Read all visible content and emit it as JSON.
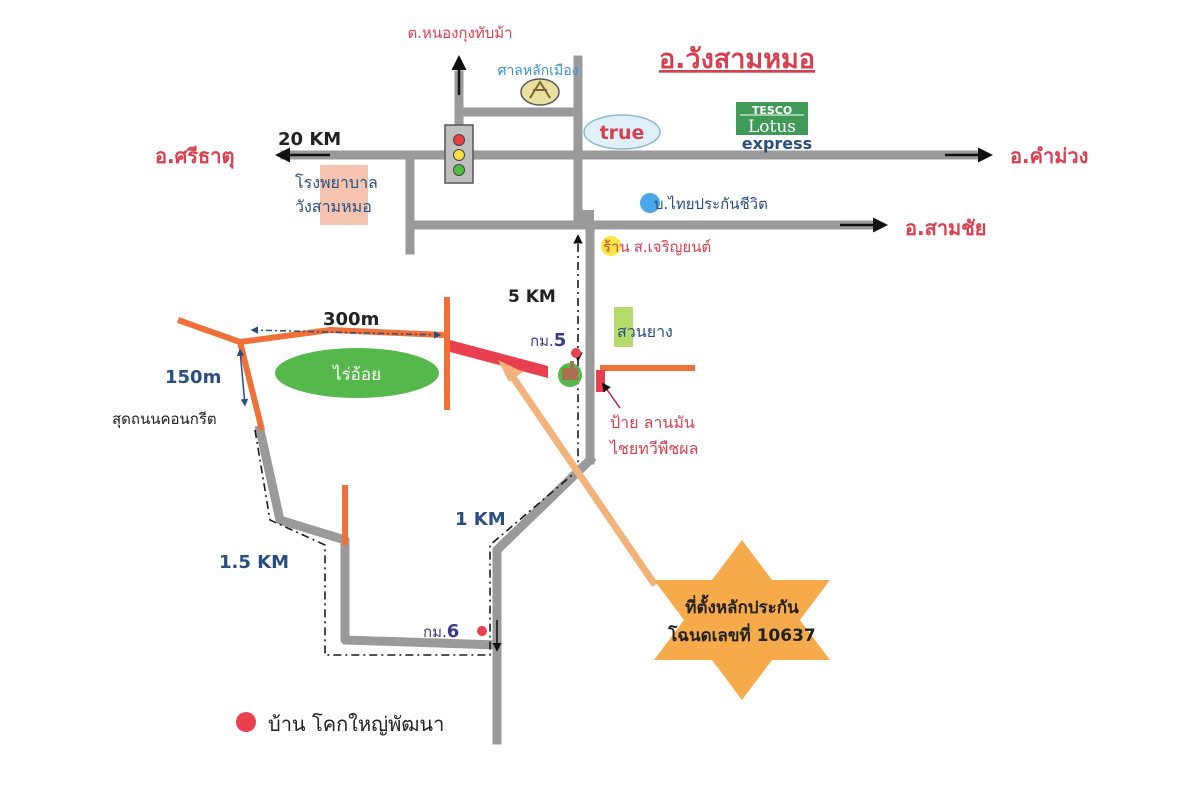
{
  "title": "อ.วังสามหมอ",
  "places": {
    "north": "ต.หนองกุงทับม้า",
    "shrine": "ศาลหลักเมือง",
    "west": "อ.ศรีธาตุ",
    "east": "อ.คำม่วง",
    "southeast": "อ.สามชัย",
    "hospital_line1": "โรงพยาบาล",
    "hospital_line2": "วังสามหมอ",
    "insurance": "บ.ไทยประกันชีวิต",
    "shop_prefix": "ร้าน",
    "shop_name": "ส.เจริญยนต์",
    "rubber": "สวนยาง",
    "sugarcane": "ไร่อ้อย",
    "concrete_end": "สุดถนนคอนกรีต",
    "sign_line1": "ป้าย ลานมัน",
    "sign_line2": "ไชยทวีพืชผล",
    "village": "บ้าน โคกใหญ่พัฒนา"
  },
  "brands": {
    "true": "true",
    "tesco": "TESCO",
    "lotus": "Lotus",
    "express": "express"
  },
  "distances": {
    "west": "20 KM",
    "north_south": "5 KM",
    "top_side": "300m",
    "left_side": "150m",
    "mid": "1 KM",
    "lower_left": "1.5 KM"
  },
  "markers": {
    "km5_prefix": "กม.",
    "km5_num": "5",
    "km6_prefix": "กม.",
    "km6_num": "6"
  },
  "collateral": {
    "line1": "ที่ตั้งหลักประกัน",
    "line2": "โฉนดเลขที่ 10637"
  },
  "colors": {
    "road": "#9a9a9a",
    "plot": "#f0703a",
    "highlight": "#e8404f",
    "star": "#f7aa4a",
    "field": "#55b84a",
    "label_red": "#d8404f",
    "label_blue": "#2a4f7e"
  }
}
